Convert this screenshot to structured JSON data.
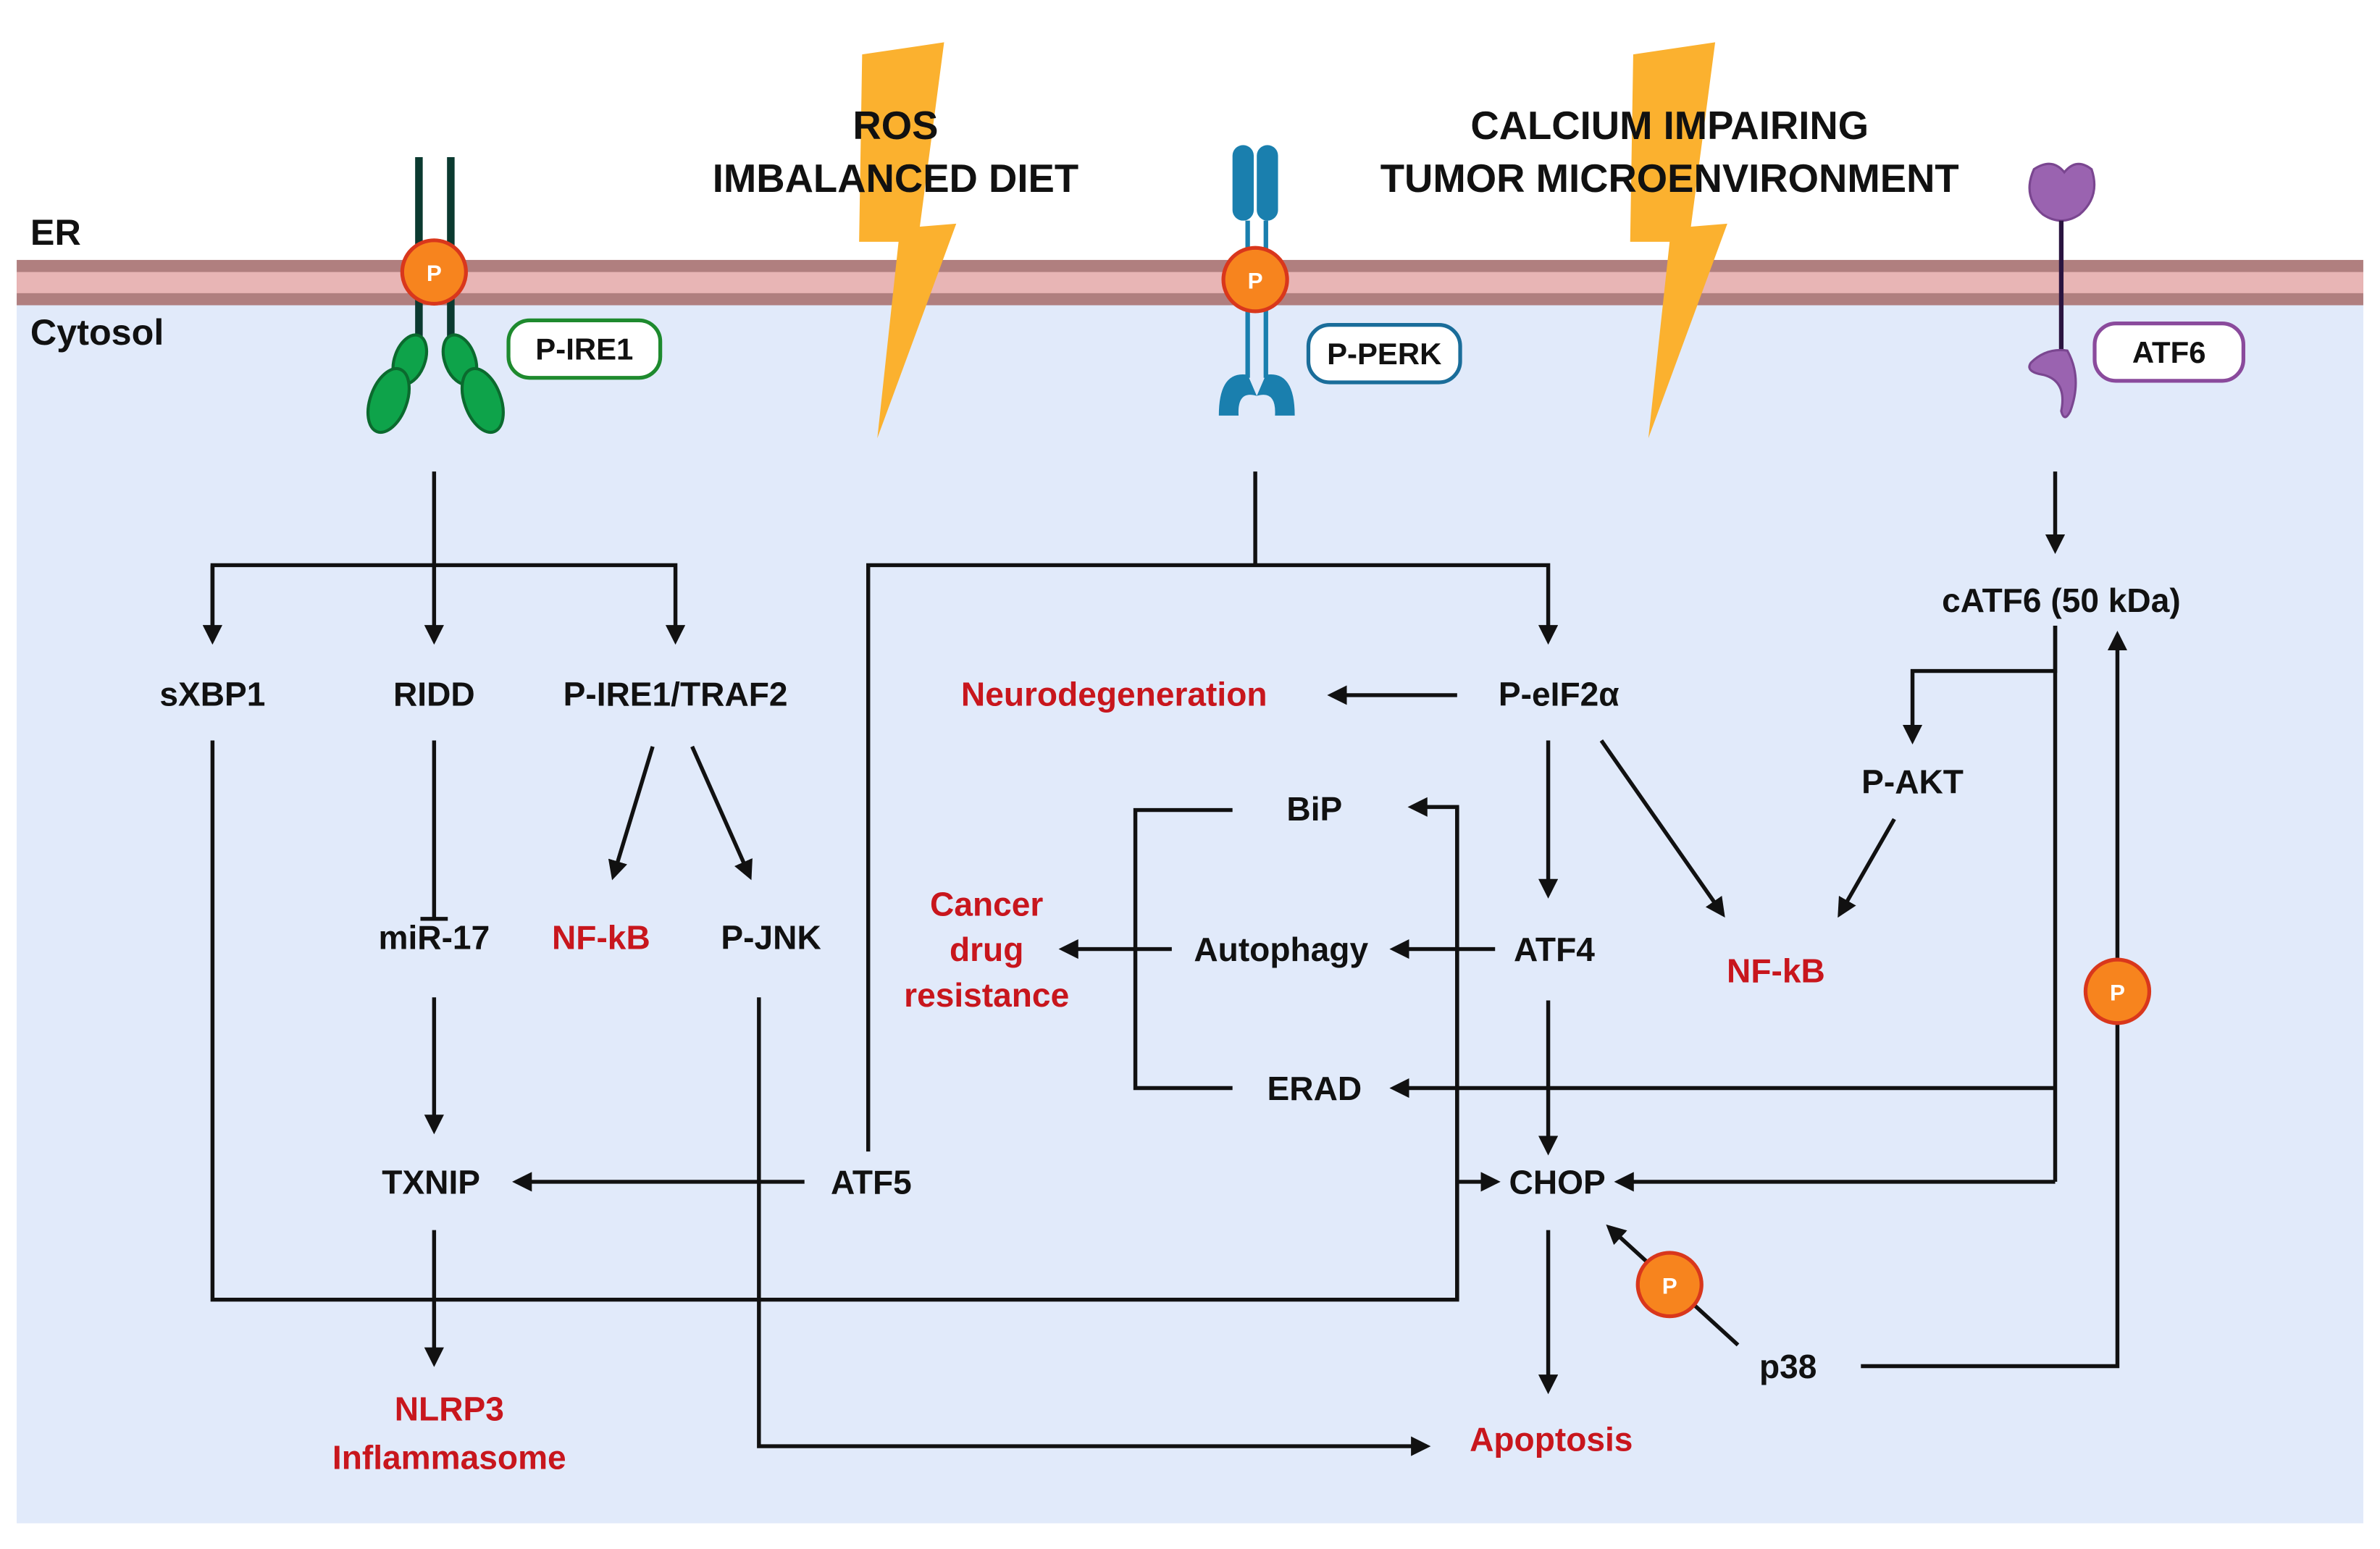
{
  "regions": {
    "er": "ER",
    "cytosol": "Cytosol"
  },
  "stressors": [
    {
      "lines": [
        "ROS",
        "IMBALANCED DIET"
      ]
    },
    {
      "lines": [
        "CALCIUM IMPAIRING",
        "TUMOR MICROENVIRONMENT"
      ]
    }
  ],
  "receptors": {
    "ire1": {
      "label": "P-IRE1",
      "color": "#1e8a2e",
      "phospho": "P"
    },
    "perk": {
      "label": "P-PERK",
      "color": "#1a6d9a",
      "phospho": "P"
    },
    "atf6": {
      "label": "ATF6",
      "color": "#8a4a9c"
    }
  },
  "colors": {
    "membrane_outer": "#b07f7f",
    "membrane_inner": "#e8b5b5",
    "cytosol_bg": "#e1eafa",
    "bolt": "#fbb12f",
    "phospho": "#f7841e",
    "phospho_border": "#d9371c",
    "outcome": "#c8161d"
  },
  "nodes": {
    "sxbp1": "sXBP1",
    "ridd": "RIDD",
    "ire1_traf2": "P-IRE1/TRAF2",
    "mir17": "miR-17",
    "nfkb_left": "NF-kB",
    "pjnk": "P-JNK",
    "txnip": "TXNIP",
    "nlrp3_1": "NLRP3",
    "nlrp3_2": "Inflammasome",
    "atf5": "ATF5",
    "neuro": "Neurodegeneration",
    "peif2a": "P-eIF2α",
    "bip": "BiP",
    "cancer_1": "Cancer",
    "cancer_2": "drug",
    "cancer_3": "resistance",
    "autophagy": "Autophagy",
    "atf4": "ATF4",
    "erad": "ERAD",
    "chop": "CHOP",
    "apoptosis": "Apoptosis",
    "catf6": "cATF6 (50 kDa)",
    "pakt": "P-AKT",
    "nfkb_right": "NF-kB",
    "p38": "p38"
  },
  "phospho_label": "P"
}
